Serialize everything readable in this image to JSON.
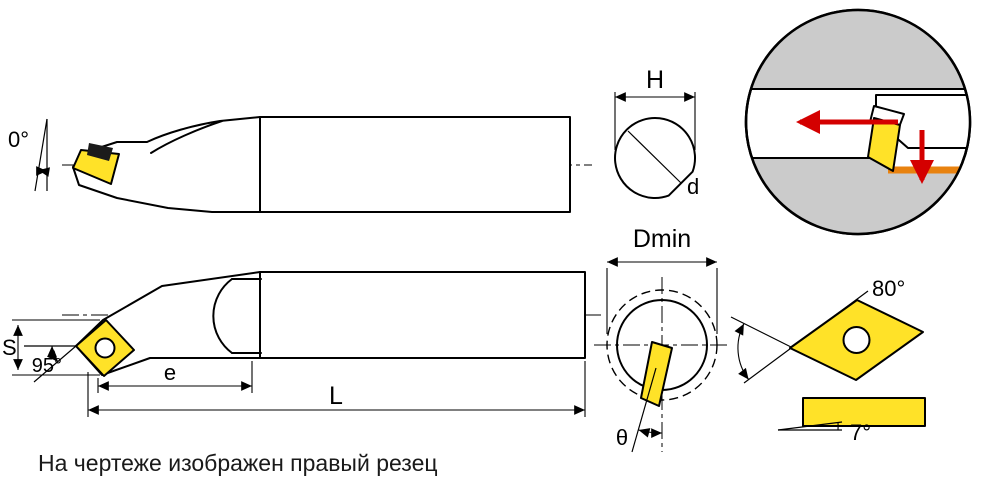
{
  "caption": {
    "text": "На чертеже изображен правый резец"
  },
  "labels": {
    "inclination_angle": "0°",
    "section_height": "H",
    "section_diameter": "d",
    "min_bore_diameter": "Dmin",
    "approach_angle": "95°",
    "insert_size": "S",
    "head_length": "e",
    "overall_length": "L",
    "theta_angle": "θ",
    "insert_nose_angle": "80°",
    "insert_clearance_angle": "7°"
  },
  "colors": {
    "insert": "#FFE228",
    "machined-surface": "#E8820F",
    "feed-arrow": "#D40000",
    "workpiece": "#CBCBCB",
    "hatch-bg": "#DADADA",
    "line": "#000000",
    "paper": "#FFFFFF"
  }
}
